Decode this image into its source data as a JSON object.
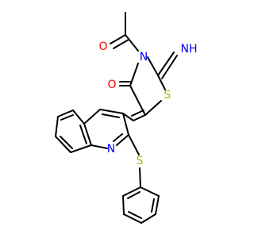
{
  "molecule": {
    "atoms": [
      {
        "id": "o_acetyl",
        "text": "O",
        "color": "#ff0000"
      },
      {
        "id": "n_ring",
        "text": "N",
        "color": "#0000ff"
      },
      {
        "id": "imine_nh",
        "text": "NH",
        "color": "#0000ff"
      },
      {
        "id": "s_ring",
        "text": "S",
        "color": "#b3b300"
      },
      {
        "id": "o_carbonyl",
        "text": "O",
        "color": "#ff0000"
      },
      {
        "id": "n_quinoline",
        "text": "N",
        "color": "#0000ff"
      },
      {
        "id": "s_thioether",
        "text": "S",
        "color": "#b3b300"
      }
    ],
    "bond_color": "#000000"
  }
}
